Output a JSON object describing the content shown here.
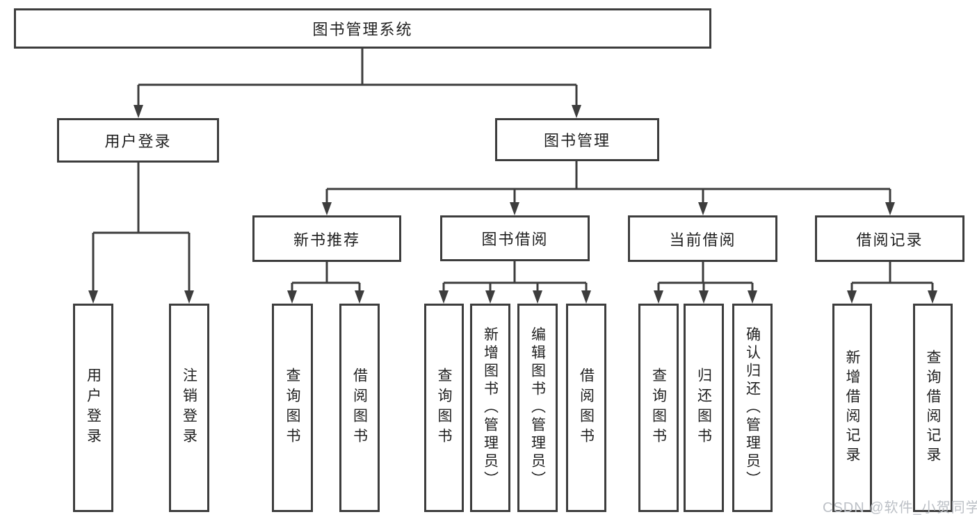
{
  "diagram": {
    "colors": {
      "line": "#3d3d3d",
      "text": "#1f1f1f",
      "watermark": "#bcc0c6",
      "background": "#ffffff"
    },
    "watermark": "CSDN @软件_小贺同学",
    "nodes": {
      "root": {
        "label": "图书管理系统"
      },
      "user_login": {
        "label": "用户登录"
      },
      "book_mgmt": {
        "label": "图书管理"
      },
      "new_book_rec": {
        "label": "新书推荐"
      },
      "book_borrow": {
        "label": "图书借阅"
      },
      "current_borrow": {
        "label": "当前借阅"
      },
      "borrow_records": {
        "label": "借阅记录"
      },
      "leaf_user_login": {
        "label": "用户登录"
      },
      "leaf_logout": {
        "label": "注销登录"
      },
      "leaf_query_book_1": {
        "label": "查询图书"
      },
      "leaf_borrow_book_1": {
        "label": "借阅图书"
      },
      "leaf_query_book_2": {
        "label": "查询图书"
      },
      "leaf_add_book": {
        "label": "新增图书（管理员）"
      },
      "leaf_edit_book": {
        "label": "编辑图书（管理员）"
      },
      "leaf_borrow_book_2": {
        "label": "借阅图书"
      },
      "leaf_query_book_3": {
        "label": "查询图书"
      },
      "leaf_return_book": {
        "label": "归还图书"
      },
      "leaf_confirm_return": {
        "label": "确认归还（管理员）"
      },
      "leaf_add_borrow_record": {
        "label": "新增借阅记录"
      },
      "leaf_query_borrow_record": {
        "label": "查询借阅记录"
      }
    }
  }
}
